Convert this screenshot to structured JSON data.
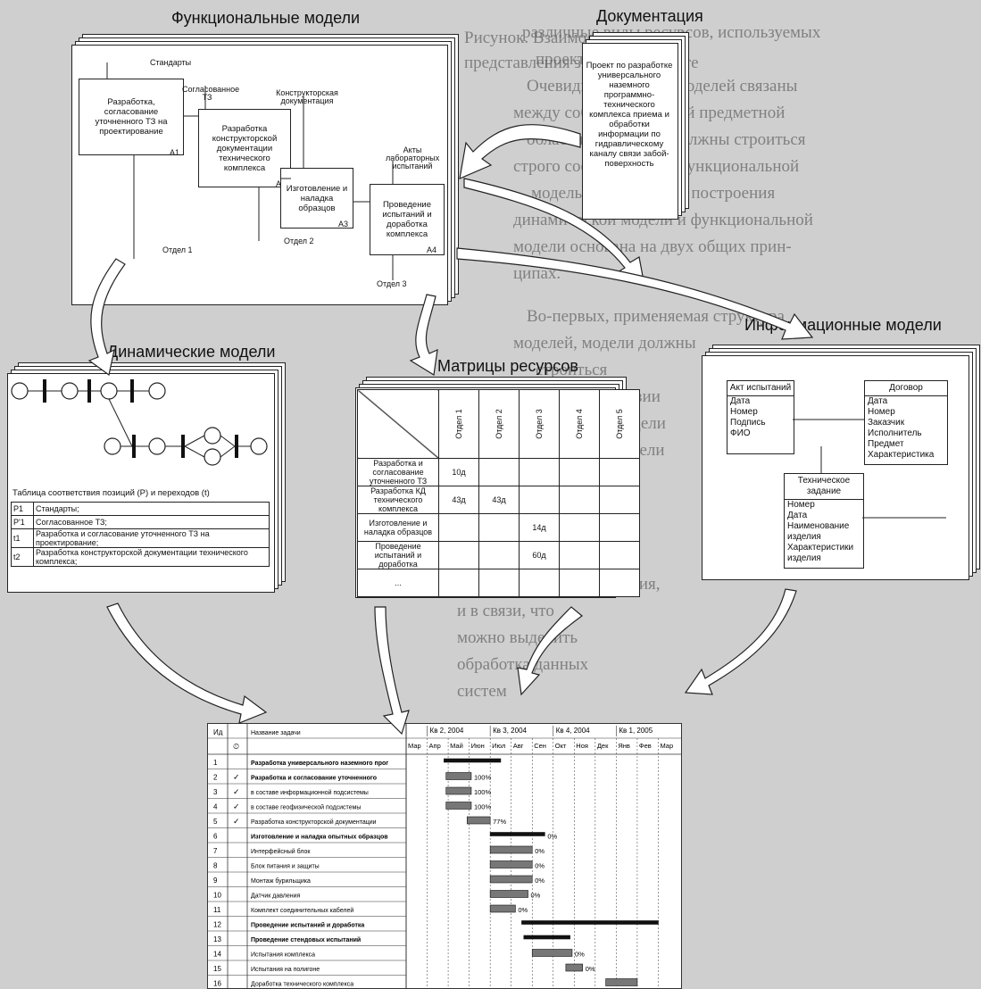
{
  "background_text": [
    "различные виды ресурсов, используемых",
    "проекте.",
    "Очевидно, все виды моделей связаны",
    "между собой семантикой предметной",
    "области. Поэтому и должны строиться",
    "строго соответствии с функциональной",
    "моделью. Технология построения",
    "динамической модели и функциональной",
    "модели основана на двух общих прин-",
    "ципах.",
    "Во-первых, применяемая структура",
    "моделей, модели должны",
    "строиться",
    "строго соответствии",
    "элементы модели",
    "Во-вторых, модели",
    "Рисунок. Взаимосвязь моделей",
    "представления знаний о проекте",
    "в процессе проектирования,",
    "и в связи, что",
    "можно выделить",
    "обработка данных",
    "систем"
  ],
  "functional": {
    "title": "Функциональные модели",
    "blocks": [
      {
        "text": "Разработка, согласование уточненного ТЗ на проектирование",
        "code": "A1"
      },
      {
        "text": "Разработка конструкторской документации технического комплекса",
        "code": "A2"
      },
      {
        "text": "Изготовление и наладка образцов",
        "code": "A3"
      },
      {
        "text": "Проведение испытаний и доработка комплекса",
        "code": "A4"
      }
    ],
    "labels": {
      "standards": "Стандарты",
      "agreed_tz": "Согласованное ТЗ",
      "design_docs": "Конструкторская документация",
      "test_acts": "Акты лабораторных испытаний",
      "dept1": "Отдел 1",
      "dept2": "Отдел 2",
      "dept3": "Отдел 3"
    }
  },
  "documentation": {
    "title": "Документация",
    "text": "Проект по разработке универсального наземного программно-технического комплекса приема и обработки информации по гидравлическому каналу связи забой-поверхность"
  },
  "dynamic": {
    "title": "Динамические модели",
    "table_title": "Таблица соответствия позиций (P) и переходов (t)",
    "rows": [
      {
        "k": "P1",
        "v": "Стандарты;"
      },
      {
        "k": "P'1",
        "v": "Согласованное ТЗ;"
      },
      {
        "k": "t1",
        "v": "Разработка и согласование уточненного ТЗ на проектирование;"
      },
      {
        "k": "t2",
        "v": "Разработка конструкторской документации технического комплекса;"
      }
    ]
  },
  "resources": {
    "title": "Матрицы ресурсов",
    "columns": [
      "Отдел 1",
      "Отдел 2",
      "Отдел 3",
      "Отдел 4",
      "Отдел 5"
    ],
    "rows": [
      {
        "label": "Разработка и согласование уточненного ТЗ",
        "cells": [
          "10д",
          "",
          "",
          "",
          ""
        ]
      },
      {
        "label": "Разработка КД технического комплекса",
        "cells": [
          "43д",
          "43д",
          "",
          "",
          ""
        ]
      },
      {
        "label": "Изготовление и наладка образцов",
        "cells": [
          "",
          "",
          "14д",
          "",
          ""
        ]
      },
      {
        "label": "Проведение испытаний и доработка",
        "cells": [
          "",
          "",
          "60д",
          "",
          ""
        ]
      },
      {
        "label": "...",
        "cells": [
          "",
          "",
          "",
          "",
          ""
        ]
      }
    ]
  },
  "information": {
    "title": "Информационные модели",
    "entities": [
      {
        "name": "Акт испытаний",
        "attrs": [
          "Дата",
          "Номер",
          "Подпись",
          "ФИО"
        ]
      },
      {
        "name": "Договор",
        "attrs": [
          "Дата",
          "Номер",
          "Заказчик",
          "Исполнитель",
          "Предмет",
          "Характеристика"
        ]
      },
      {
        "name": "Техническое задание",
        "attrs": [
          "Номер",
          "Дата",
          "Наименование изделия",
          "Характеристики изделия"
        ]
      }
    ]
  },
  "gantt": {
    "headers": {
      "id": "Ид",
      "info": "",
      "name": "Название задачи"
    },
    "quarters": [
      "Кв 2, 2004",
      "Кв 3, 2004",
      "Кв 4, 2004",
      "Кв 1, 2005"
    ],
    "months": [
      "Мар",
      "Апр",
      "Май",
      "Июн",
      "Июл",
      "Авг",
      "Сен",
      "Окт",
      "Ноя",
      "Дек",
      "Янв",
      "Фев",
      "Мар"
    ],
    "tasks": [
      {
        "id": "1",
        "name": "Разработка универсального наземного прог",
        "pct": ""
      },
      {
        "id": "2",
        "name": "Разработка и согласование уточненного",
        "pct": "100%"
      },
      {
        "id": "3",
        "name": "в составе информационной подсистемы",
        "pct": "100%"
      },
      {
        "id": "4",
        "name": "в составе геофизической подсистемы",
        "pct": "100%"
      },
      {
        "id": "5",
        "name": "Разработка конструкторской документации",
        "pct": "77%"
      },
      {
        "id": "6",
        "name": "Изготовление и наладка опытных образцов",
        "pct": "0%"
      },
      {
        "id": "7",
        "name": "Интерфейсный блок",
        "pct": "0%"
      },
      {
        "id": "8",
        "name": "Блок питания и защиты",
        "pct": "0%"
      },
      {
        "id": "9",
        "name": "Монтаж бурильщика",
        "pct": "0%"
      },
      {
        "id": "10",
        "name": "Датчик давления",
        "pct": "0%"
      },
      {
        "id": "11",
        "name": "Комплект соединительных кабелей",
        "pct": "0%"
      },
      {
        "id": "12",
        "name": "Проведение испытаний и доработка",
        "pct": ""
      },
      {
        "id": "13",
        "name": "Проведение стендовых испытаний",
        "pct": ""
      },
      {
        "id": "14",
        "name": "Испытания комплекса",
        "pct": "0%"
      },
      {
        "id": "15",
        "name": "Испытания на полигоне",
        "pct": "0%"
      },
      {
        "id": "16",
        "name": "Доработка технического комплекса",
        "pct": ""
      }
    ]
  }
}
